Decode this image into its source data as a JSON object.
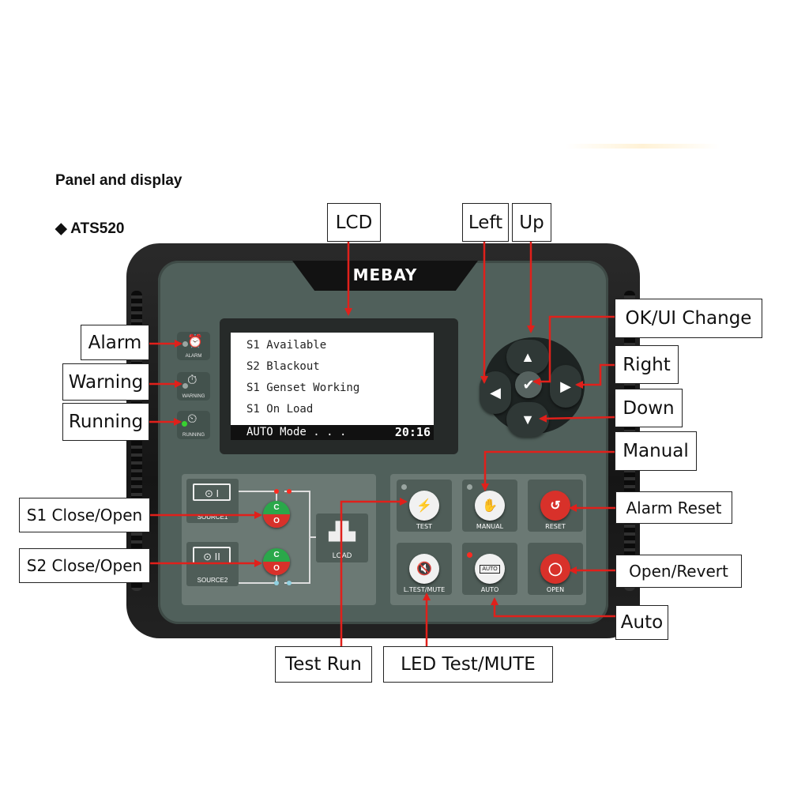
{
  "header": {
    "section_title": "Panel and display",
    "model_title": "◆ ATS520"
  },
  "device": {
    "brand": "MEBAY",
    "lcd": {
      "lines": [
        "S1 Available",
        "S2 Blackout",
        "S1 Genset Working",
        "S1 On Load"
      ],
      "mode": "AUTO Mode . . .",
      "time": "20:16"
    },
    "indicators": {
      "alarm": "ALARM",
      "warning": "WARNING",
      "running": "RUNNING"
    },
    "source_panel": {
      "source1": "SOURCE1",
      "source1_icon": "⊙ I",
      "source2": "SOURCE2",
      "source2_icon": "⊙ II",
      "load": "LOAD",
      "close_letter": "C",
      "open_letter": "O"
    },
    "buttons": {
      "test": "TEST",
      "manual": "MANUAL",
      "reset": "RESET",
      "ltest_mute": "L.TEST/MUTE",
      "auto": "AUTO",
      "auto_icon_text": "AUTO",
      "open": "OPEN"
    }
  },
  "callouts": {
    "lcd": "LCD",
    "left": "Left",
    "up": "Up",
    "alarm": "Alarm",
    "warning": "Warning",
    "running": "Running",
    "ok_ui_change": "OK/UI Change",
    "right": "Right",
    "down": "Down",
    "manual": "Manual",
    "s1_close_open": "S1 Close/Open",
    "s2_close_open": "S2 Close/Open",
    "alarm_reset": "Alarm Reset",
    "open_revert": "Open/Revert",
    "auto": "Auto",
    "test_run": "Test Run",
    "led_test_mute": "LED Test/MUTE"
  },
  "colors": {
    "arrow": "#e0201b",
    "face": "#50605b",
    "green_led": "#38d030",
    "red_led": "#ff2a20"
  }
}
